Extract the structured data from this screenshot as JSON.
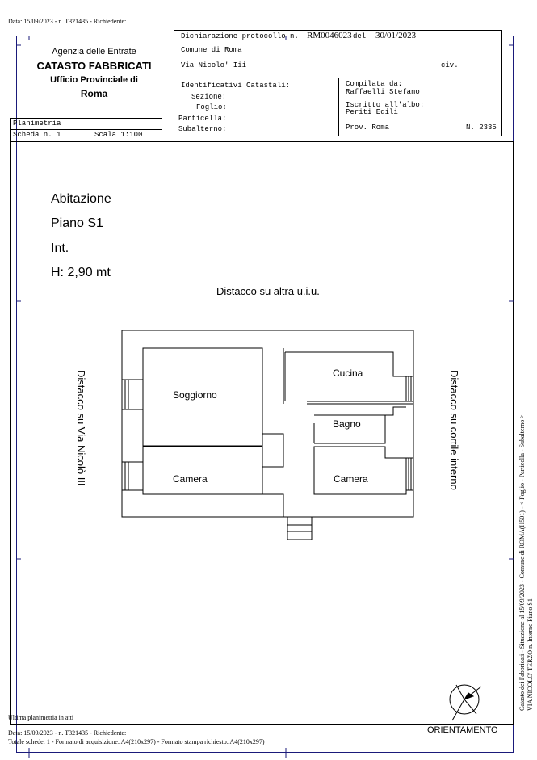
{
  "top_line": "Data: 15/09/2023 - n. T321435 - Richiedente:",
  "agency": {
    "line1": "Agenzia delle Entrate",
    "line2": "CATASTO FABBRICATI",
    "line3": "Ufficio Provinciale di",
    "line4": "Roma"
  },
  "declaration": {
    "protocol_label": "Dichiarazione protocollo n.",
    "protocol_number": "RM0046023",
    "date_label": "del",
    "date": "30/01/2023",
    "comune": "Comune di Roma",
    "address": "Via Nicolo' Iii",
    "civ_label": "civ."
  },
  "identifiers": {
    "heading": "Identificativi Catastali:",
    "sezione": "Sezione:",
    "foglio": "Foglio:",
    "particella": "Particella:",
    "subalterno": "Subalterno:"
  },
  "compiler": {
    "compiled_label": "Compilata da:",
    "name": "Raffaelli Stefano",
    "registered_label": "Iscritto all'albo:",
    "registry": "Periti Edili",
    "province": "Prov. Roma",
    "number": "N. 2335"
  },
  "sheet": {
    "type": "Planimetria",
    "scheda": "Scheda n. 1",
    "scale": "Scala 1:100"
  },
  "plan": {
    "title": "Abitazione",
    "floor": "Piano S1",
    "interior": "Int.",
    "height": "H: 2,90 mt",
    "top_label": "Distacco su altra u.i.u.",
    "left_label": "Distacco su Via Nicolò III",
    "right_label": "Distacco su cortile interno",
    "rooms": [
      "Soggiorno",
      "Cucina",
      "Bagno",
      "Camera",
      "Camera"
    ],
    "orientation": "ORIENTAMENTO"
  },
  "side_text": {
    "line1": "Catasto dei Fabbricati - Situazione al 15/09/2023 - Comune di ROMA(H501) - < Foglio   - Particella   - Subalterno   >",
    "line2": "VIA NICOLO' TERZO n.   Interno   Piano S1"
  },
  "footer": {
    "last_plan": "Ultima planimetria in atti",
    "line1": "Data: 15/09/2023 - n. T321435 - Richiedente:",
    "line2": "Totale schede: 1 - Formato di acquisizione: A4(210x297)  - Formato stampa richiesto: A4(210x297)"
  }
}
